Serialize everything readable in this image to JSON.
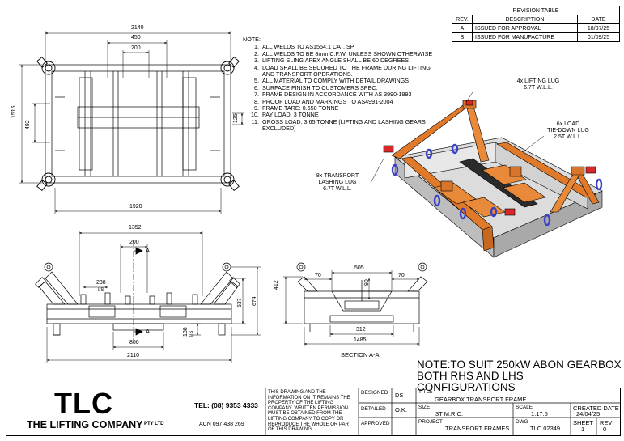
{
  "revision_table": {
    "title": "REVISION TABLE",
    "headers": [
      "REV.",
      "DESCRIPTION",
      "DATE"
    ],
    "rows": [
      {
        "rev": "A",
        "description": "ISSUED FOR APPROVAL",
        "date": "18/07/25"
      },
      {
        "rev": "B",
        "description": "ISSUED FOR MANUFACTURE",
        "date": "01/09/25"
      }
    ]
  },
  "notes": {
    "heading": "NOTE:",
    "items": [
      "ALL WELDS TO AS1554.1 CAT. SP.",
      "ALL WELDS TO BE 8mm C.F.W. UNLESS SHOWN OTHERWISE",
      "LIFTING SLING APEX ANGLE SHALL BE 60 DEGREES",
      "LOAD SHALL BE SECURED TO THE FRAME DURING LIFTING AND TRANSPORT OPERATIONS.",
      "ALL MATERIAL TO COMPLY WITH DETAIL DRAWINGS",
      "SURFACE FINISH TO CUSTOMERS SPEC.",
      "FRAME DESIGN IN ACCORDANCE WITH AS 3990-1993",
      "PROOF LOAD AND MARKINGS TO AS4991-2004",
      "FRAME TARE: 0.650 TONNE",
      "PAY LOAD: 3 TONNE",
      "GROSS LOAD: 3.65 TONNE (LIFTING AND LASHING GEARS EXCLUDED)"
    ],
    "big_note_line1": "NOTE:TO SUIT 250kW ABON GEARBOX",
    "big_note_line2": "BOTH RHS AND LHS CONFIGURATIONS"
  },
  "dimensions": {
    "plan": {
      "overall": "2140",
      "w450": "450",
      "w200": "200",
      "height": "1515",
      "h492": "492",
      "h125": "125",
      "bottom": "1920"
    },
    "side": {
      "w1352": "1352",
      "w200": "200",
      "w238": "238",
      "is1": "I/S",
      "h537": "537",
      "h674": "674",
      "h138": "138",
      "is2": "I/S",
      "w800": "800",
      "bottom": "2110",
      "sec_a": "A"
    },
    "section": {
      "w505": "505",
      "w70a": "70",
      "w70b": "70",
      "h90": "90",
      "h412": "412",
      "w312": "312",
      "w1485": "1485",
      "label": "SECTION A-A"
    }
  },
  "callouts": {
    "lifting_lug_1": "4x LIFTING LUG",
    "lifting_lug_2": "6.7T W.L.L.",
    "tiedown_1": "6x LOAD",
    "tiedown_2": "TIE-DOWN LUG",
    "tiedown_3": "2.5T W.L.L.",
    "lashing_1": "8x TRANSPORT",
    "lashing_2": "LASHING LUG",
    "lashing_3": "6.7T W.L.L."
  },
  "title_block": {
    "logo": "TLC",
    "company": "THE LIFTING COMPANY",
    "pty": "PTY LTD",
    "tel": "TEL: (08) 9353 4333",
    "acn": "ACN 097 438 269",
    "disclaimer": "THIS DRAWING AND THE INFORMATION ON IT REMAINS THE PROPERTY OF THE LIFTING COMPANY. WRITTEN PERMISSION MUST BE OBTAINED FROM THE LIFTING COMPANY TO COPY OR REPRODUCE THE WHOLE OR PART OF THIS DRAWING.",
    "designed_label": "DESIGNED",
    "designed_value": "DS",
    "detailed_label": "DETAILED",
    "detailed_value": "O.K.",
    "approved_label": "APPROVED",
    "title_label": "TITLE",
    "title_value": "GEARBOX TRANSPORT FRAME",
    "size_label": "SIZE",
    "size_value": "3T M.R.C.",
    "scale_label": "SCALE",
    "scale_value": "1:17.5",
    "created_label": "CREATED DATE",
    "created_value": "24/04/25",
    "project_label": "PROJECT",
    "project_value": "TRANSPORT FRAMES",
    "dwg_label": "DWG",
    "dwg_value": "TLC 02349",
    "sheet_label": "SHEET",
    "sheet_value": "1",
    "rev_label": "REV",
    "rev_value": "0"
  },
  "colors": {
    "frame_orange": "#e07a2a",
    "frame_grey": "#cfcfcf",
    "lug_blue": "#3a40c8",
    "lug_red": "#d8282a"
  }
}
